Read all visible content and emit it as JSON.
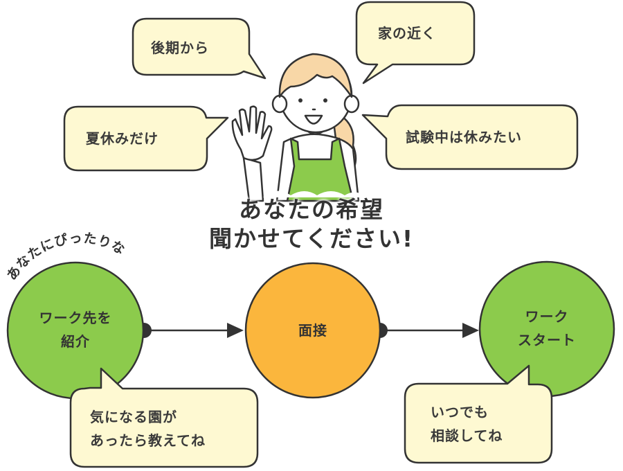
{
  "colors": {
    "bubble_fill": "#FEF9D2",
    "outline": "#333333",
    "green": "#8CCB4C",
    "orange": "#FBB63D",
    "hair": "#F8D7A7"
  },
  "wishes": [
    {
      "id": "later-half",
      "label": "後期から"
    },
    {
      "id": "near-home",
      "label": "家の近く"
    },
    {
      "id": "summer-only",
      "label": "夏休みだけ"
    },
    {
      "id": "exam-break",
      "label": "試験中は休みたい"
    }
  ],
  "headline": {
    "line1": "あなたの希望",
    "line2": "聞かせてください!"
  },
  "flow": {
    "arc_label": "あなたにぴったりな",
    "steps": [
      {
        "id": "introduce",
        "line1": "ワーク先を",
        "line2": "紹介",
        "color": "green"
      },
      {
        "id": "interview",
        "line1": "面接",
        "line2": "",
        "color": "orange"
      },
      {
        "id": "start",
        "line1": "ワーク",
        "line2": "スタート",
        "color": "green"
      }
    ],
    "notes": [
      {
        "id": "tell-us",
        "line1": "気になる園が",
        "line2": "あったら教えてね"
      },
      {
        "id": "consult",
        "line1": "いつでも",
        "line2": "相談してね"
      }
    ]
  }
}
